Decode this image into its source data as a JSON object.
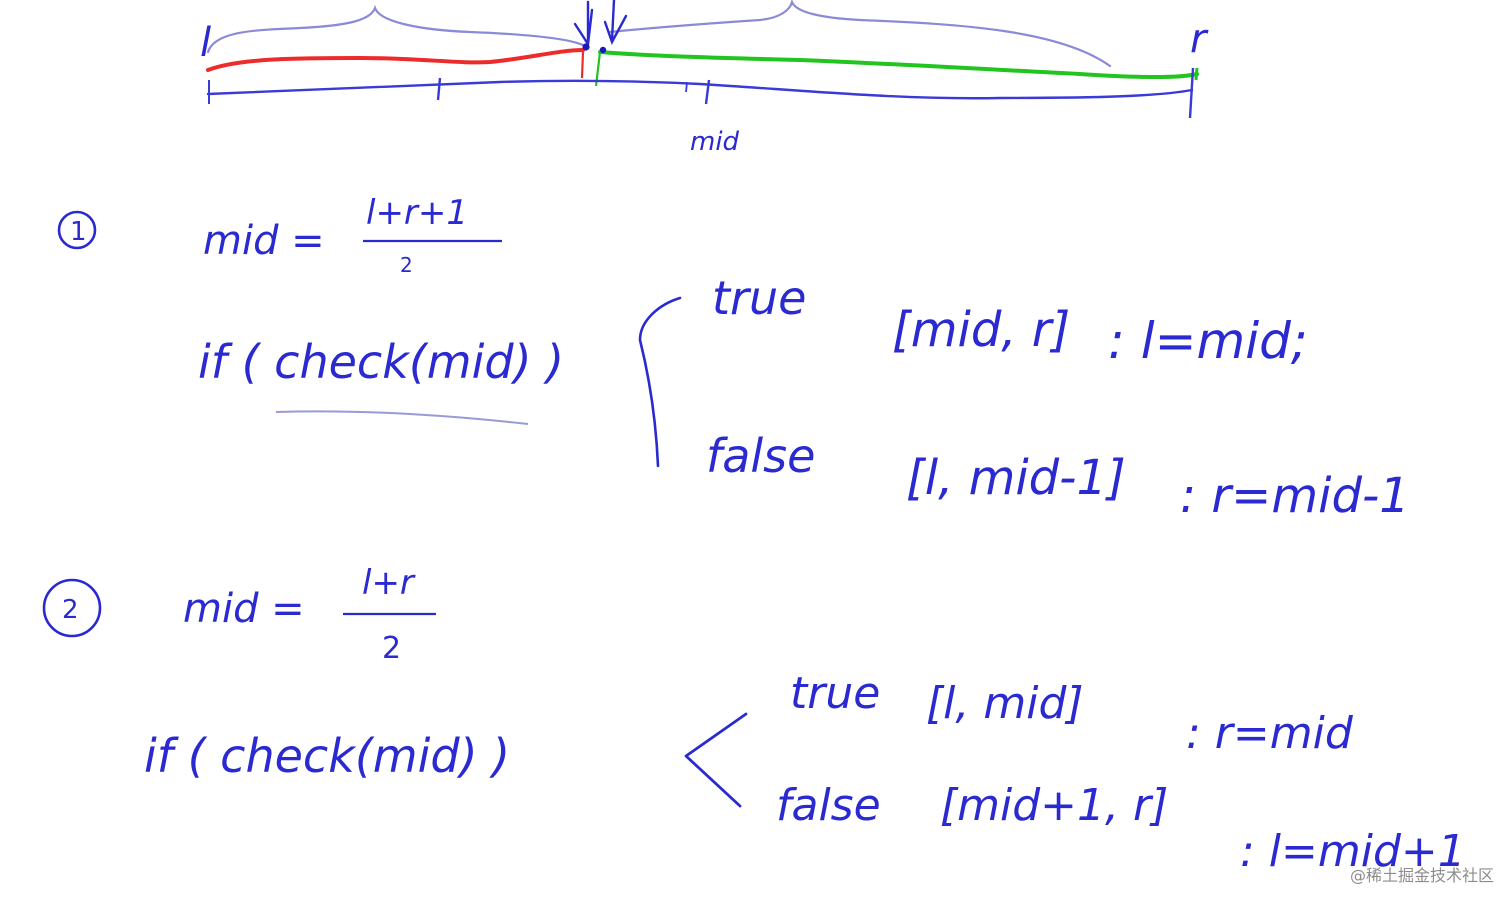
{
  "colors": {
    "ink_blue": "#2a2ad0",
    "brace_blue": "#8a8ad8",
    "red_segment": "#ee2b2b",
    "green_segment": "#22c41f",
    "background": "#ffffff"
  },
  "number_line": {
    "left_label": "l",
    "right_label": "r",
    "mid_label": "mid"
  },
  "case1": {
    "number": "1",
    "mid_lhs": "mid =",
    "mid_numerator": "l+r+1",
    "mid_denominator": "2",
    "condition": "if ( check(mid) )",
    "true_label": "true",
    "true_interval": "[mid, r]",
    "true_action": ": l=mid;",
    "false_label": "false",
    "false_interval": "[l, mid-1]",
    "false_action": ": r=mid-1"
  },
  "case2": {
    "number": "2",
    "mid_lhs": "mid =",
    "mid_numerator": "l+r",
    "mid_denominator": "2",
    "condition": "if ( check(mid) )",
    "true_label": "true",
    "true_interval": "[l, mid]",
    "true_action": ": r=mid",
    "false_label": "false",
    "false_interval": "[mid+1, r]",
    "false_action": ": l=mid+1"
  },
  "watermark": "@稀土掘金技术社区"
}
